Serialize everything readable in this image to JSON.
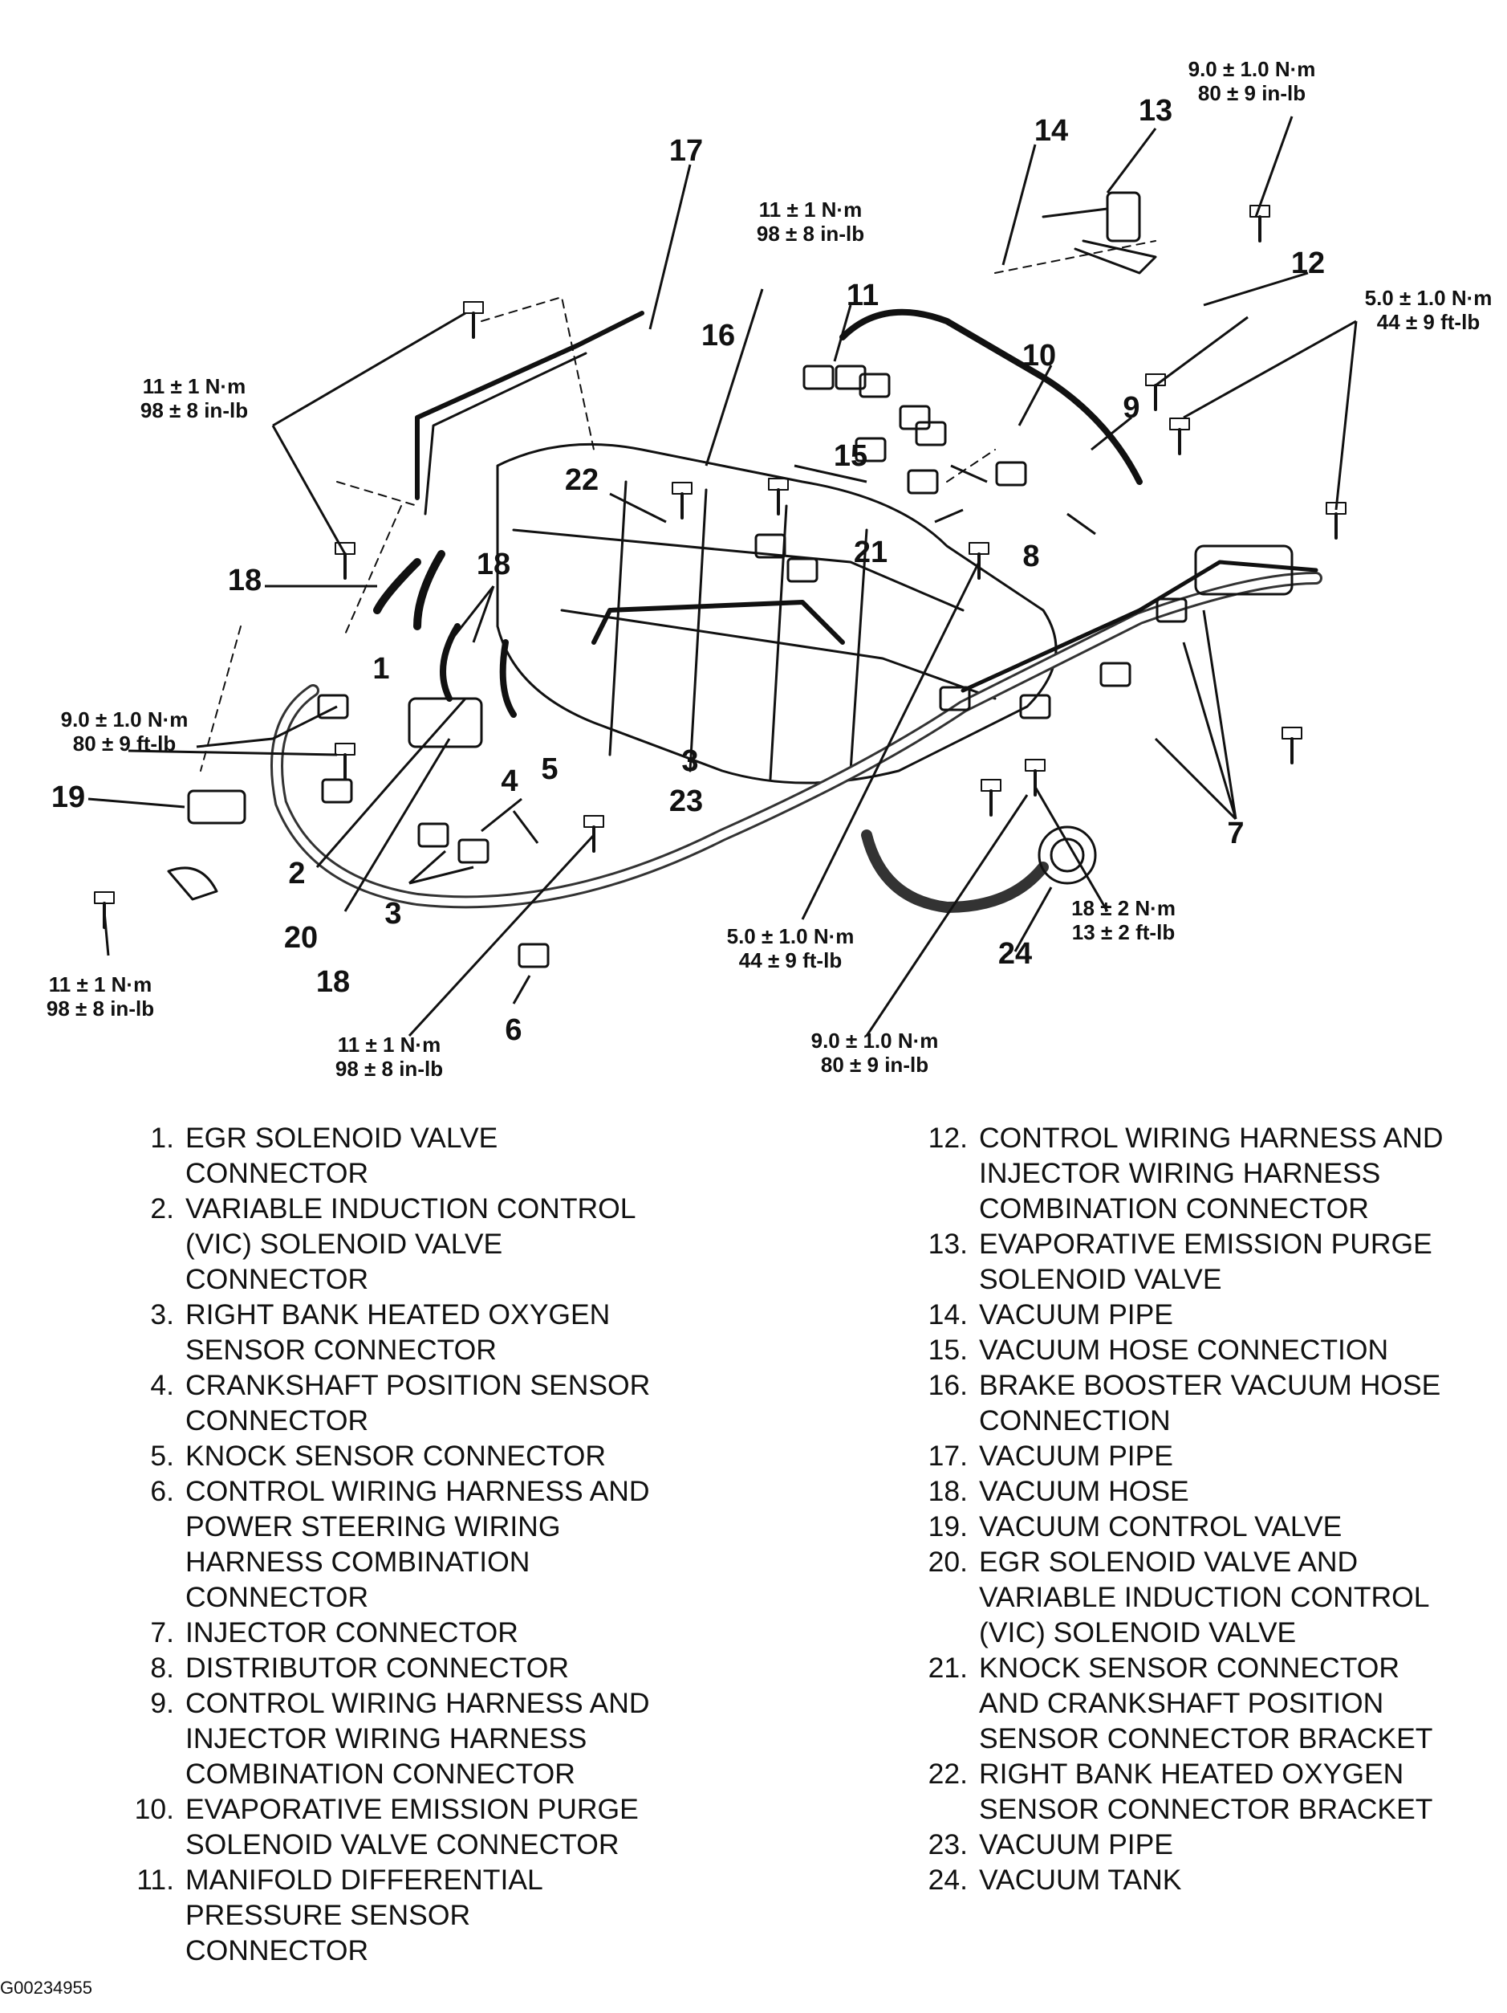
{
  "diagram": {
    "callouts": [
      "1",
      "2",
      "3",
      "3",
      "4",
      "5",
      "6",
      "7",
      "8",
      "9",
      "10",
      "11",
      "12",
      "13",
      "14",
      "15",
      "16",
      "17",
      "18",
      "18",
      "18",
      "19",
      "20",
      "21",
      "22",
      "23",
      "24"
    ],
    "torques": [
      "9.0 ± 1.0 N·m|80 ± 9 in-lb",
      "11 ± 1 N·m|98 ± 8 in-lb",
      "11 ± 1 N·m|98 ± 8 in-lb",
      "5.0 ± 1.0 N·m|44 ± 9 ft-lb",
      "9.0 ± 1.0 N·m|80 ± 9 ft-lb",
      "11 ± 1 N·m|98 ± 8 in-lb",
      "11 ± 1 N·m|98 ± 8 in-lb",
      "5.0 ± 1.0 N·m|44 ± 9 ft-lb",
      "18 ± 2 N·m|13 ± 2 ft-lb",
      "9.0 ± 1.0 N·m|80 ± 9 in-lb"
    ]
  },
  "legend_left": [
    {
      "num": "1.",
      "text": "EGR SOLENOID VALVE\nCONNECTOR"
    },
    {
      "num": "2.",
      "text": "VARIABLE INDUCTION CONTROL\n(VIC) SOLENOID VALVE\nCONNECTOR"
    },
    {
      "num": "3.",
      "text": "RIGHT BANK HEATED OXYGEN\nSENSOR CONNECTOR"
    },
    {
      "num": "4.",
      "text": "CRANKSHAFT POSITION SENSOR\nCONNECTOR"
    },
    {
      "num": "5.",
      "text": "KNOCK SENSOR CONNECTOR"
    },
    {
      "num": "6.",
      "text": "CONTROL WIRING HARNESS AND\nPOWER STEERING WIRING\nHARNESS COMBINATION\nCONNECTOR"
    },
    {
      "num": "7.",
      "text": "INJECTOR CONNECTOR"
    },
    {
      "num": "8.",
      "text": "DISTRIBUTOR CONNECTOR"
    },
    {
      "num": "9.",
      "text": "CONTROL WIRING HARNESS AND\nINJECTOR WIRING HARNESS\nCOMBINATION CONNECTOR"
    },
    {
      "num": "10.",
      "text": "EVAPORATIVE EMISSION PURGE\nSOLENOID VALVE CONNECTOR"
    },
    {
      "num": "11.",
      "text": "MANIFOLD DIFFERENTIAL\nPRESSURE SENSOR\nCONNECTOR"
    }
  ],
  "legend_right": [
    {
      "num": "12.",
      "text": "CONTROL WIRING HARNESS AND\nINJECTOR WIRING HARNESS\nCOMBINATION CONNECTOR"
    },
    {
      "num": "13.",
      "text": "EVAPORATIVE EMISSION PURGE\nSOLENOID VALVE"
    },
    {
      "num": "14.",
      "text": "VACUUM PIPE"
    },
    {
      "num": "15.",
      "text": "VACUUM HOSE CONNECTION"
    },
    {
      "num": "16.",
      "text": "BRAKE BOOSTER VACUUM HOSE\nCONNECTION"
    },
    {
      "num": "17.",
      "text": "VACUUM PIPE"
    },
    {
      "num": "18.",
      "text": "VACUUM HOSE"
    },
    {
      "num": "19.",
      "text": "VACUUM CONTROL VALVE"
    },
    {
      "num": "20.",
      "text": " EGR SOLENOID VALVE AND\nVARIABLE INDUCTION CONTROL\n(VIC) SOLENOID VALVE"
    },
    {
      "num": "21.",
      "text": "KNOCK SENSOR CONNECTOR\nAND CRANKSHAFT POSITION\nSENSOR CONNECTOR BRACKET"
    },
    {
      "num": "22.",
      "text": "RIGHT BANK HEATED OXYGEN\nSENSOR CONNECTOR BRACKET"
    },
    {
      "num": "23.",
      "text": "VACUUM PIPE"
    },
    {
      "num": "24.",
      "text": "VACUUM TANK"
    }
  ],
  "figure_code": "G00234955"
}
